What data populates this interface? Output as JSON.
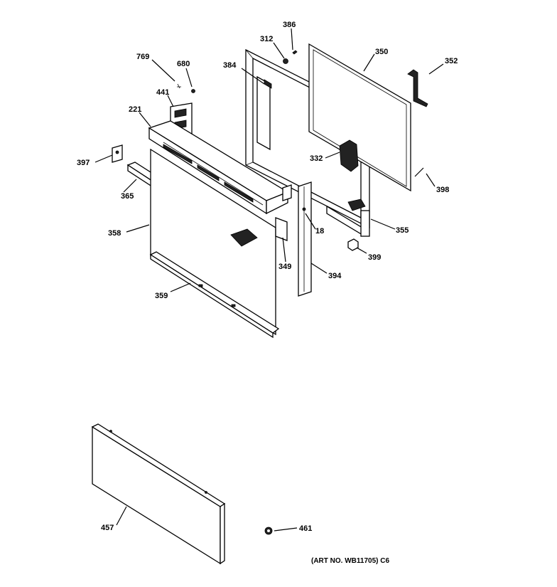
{
  "diagram": {
    "art_number": "(ART NO. WB11705) C6",
    "labels": {
      "l386": "386",
      "l312": "312",
      "l350": "350",
      "l352": "352",
      "l769": "769",
      "l680": "680",
      "l384": "384",
      "l441": "441",
      "l221": "221",
      "l397": "397",
      "l365": "365",
      "l332": "332",
      "l398": "398",
      "l358": "358",
      "l18": "18",
      "l355": "355",
      "l399": "399",
      "l349": "349",
      "l394": "394",
      "l359": "359",
      "l457": "457",
      "l461": "461"
    }
  }
}
